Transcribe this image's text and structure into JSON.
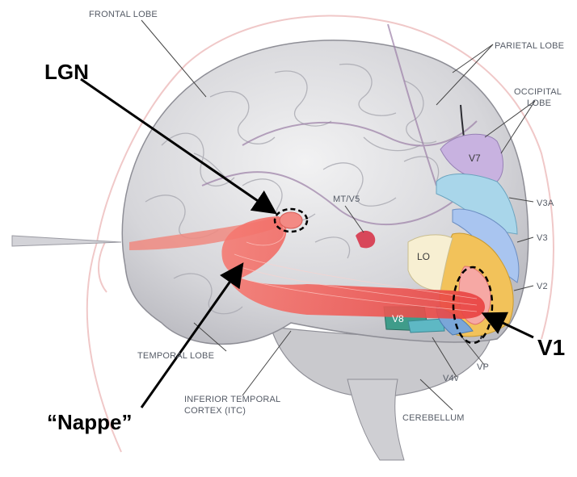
{
  "annotations": {
    "lgn": "LGN",
    "nappe": "“Nappe”",
    "v1": "V1"
  },
  "lobes": {
    "frontal": "FRONTAL LOBE",
    "parietal": "PARIETAL LOBE",
    "occipital_line1": "OCCIPITAL",
    "occipital_line2": "LOBE",
    "temporal": "TEMPORAL LOBE",
    "cerebellum": "CEREBELLUM",
    "itc_line1": "INFERIOR TEMPORAL",
    "itc_line2": "CORTEX (ITC)"
  },
  "areas": {
    "v7": "V7",
    "v3a": "V3A",
    "v3": "V3",
    "v2": "V2",
    "vp": "VP",
    "v4v": "V4v",
    "v8": "V8",
    "lo": "LO",
    "mt": "MT/V5"
  },
  "colors": {
    "tract": "#f0534f",
    "v7": "#c8b2e0",
    "v3a": "#a9d6ea",
    "v3": "#a9c5f0",
    "v2": "#f2c25a",
    "v8": "#3f9c8a",
    "lo": "#f7efd2",
    "brain": "#d9d9dc"
  }
}
